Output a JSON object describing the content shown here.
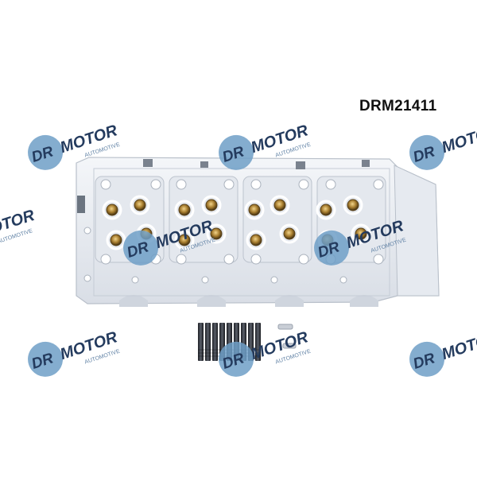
{
  "product": {
    "part_number": "DRM21411",
    "subject": "cylinder-head",
    "accessory": "head-bolt-set",
    "background_color": "#ffffff",
    "metal_color": "#eef1f5"
  },
  "watermark": {
    "brand_dr": "DR",
    "brand_motor": "MOTOR",
    "tagline": "AUTOMOTIVE",
    "circle_color": "#6f9fc7",
    "text_color": "#243b5e",
    "opacity": 0.85
  }
}
